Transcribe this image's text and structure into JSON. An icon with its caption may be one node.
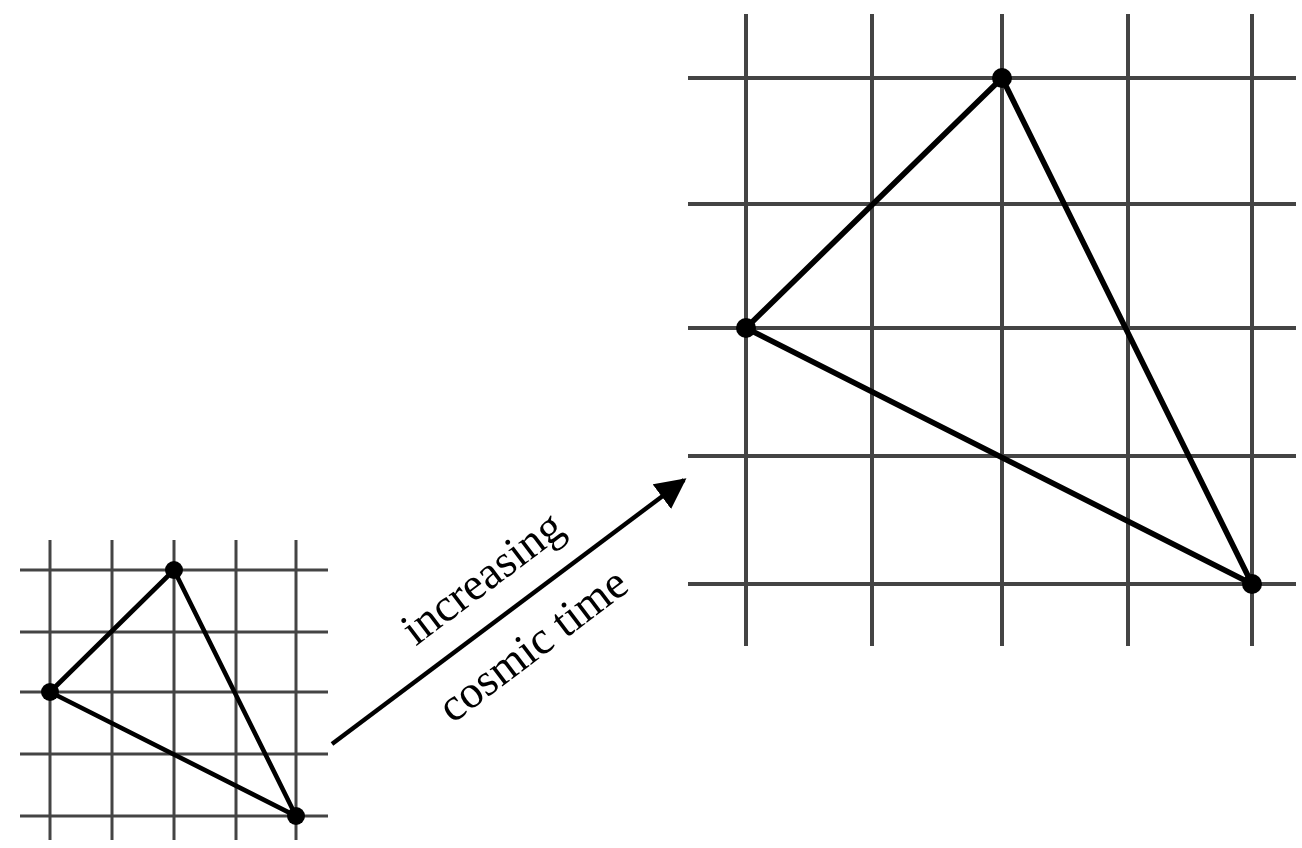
{
  "diagram": {
    "nodes": [
      {
        "text": [],
        "shape": "picture"
      },
      {
        "text": [],
        "shape": "picture"
      }
    ],
    "edges": [
      {
        "from": 0,
        "to": 1,
        "arrow": "to",
        "label": "increasing cosmic time"
      }
    ]
  }
}
